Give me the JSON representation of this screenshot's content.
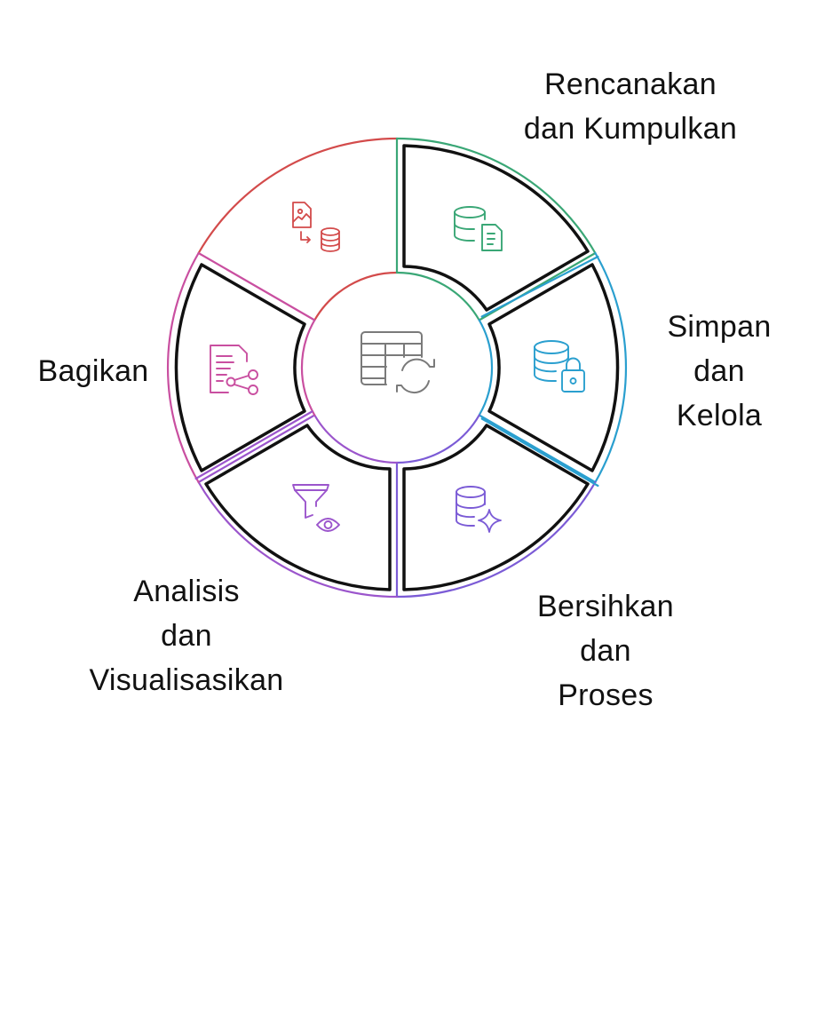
{
  "diagram": {
    "title": "Data lifecycle cycle",
    "center": {
      "icon": "table-sync-icon",
      "color": "#7a7a7a"
    },
    "segments": [
      {
        "id": "collect",
        "label_lines": [
          "Rencanakan",
          "dan Kumpulkan"
        ],
        "icon": "database-document-icon",
        "color": "#3aa776",
        "outlined": true
      },
      {
        "id": "store",
        "label_lines": [
          "Simpan",
          "dan",
          "Kelola"
        ],
        "icon": "database-lock-icon",
        "color": "#2a9fcf",
        "outlined": true
      },
      {
        "id": "clean",
        "label_lines": [
          "Bersihkan",
          "dan",
          "Proses"
        ],
        "icon": "database-sparkle-icon",
        "color": "#7b5bd6",
        "outlined": true
      },
      {
        "id": "analyze",
        "label_lines": [
          "Analisis",
          "dan",
          "Visualisasikan"
        ],
        "icon": "filter-eye-icon",
        "color": "#9b55cc",
        "outlined": true
      },
      {
        "id": "share",
        "label_lines": [
          "Bagikan"
        ],
        "icon": "document-share-icon",
        "color": "#c94fa0",
        "outlined": true
      },
      {
        "id": "import",
        "label_lines": [],
        "icon": "image-to-database-icon",
        "color": "#d34b4b",
        "outlined": false
      }
    ]
  }
}
